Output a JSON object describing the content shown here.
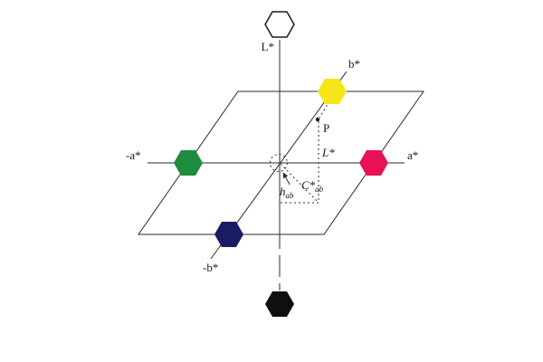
{
  "diagram": {
    "labels": {
      "l_axis": "L*",
      "b_pos": "b*",
      "b_neg": "-b*",
      "a_pos": "a*",
      "a_neg": "-a*",
      "point": "P",
      "lightness": "L*",
      "chroma_base": "C*",
      "chroma_sub": "ab",
      "hue_base": "h",
      "hue_sub": "ab"
    },
    "colors": {
      "white": "#ffffff",
      "yellow": "#f7e616",
      "green": "#1f8b3c",
      "red": "#e81155",
      "navy": "#191c60",
      "black": "#0f0f0f",
      "line": "#2b2b2b"
    }
  }
}
